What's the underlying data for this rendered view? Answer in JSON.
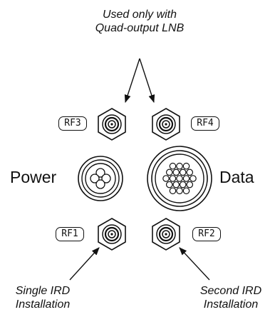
{
  "annotations": {
    "top_line1": "Used only with",
    "top_line2": "Quad-output LNB",
    "bottom_left_line1": "Single IRD",
    "bottom_left_line2": "Installation",
    "bottom_right_line1": "Second IRD",
    "bottom_right_line2": "Installation"
  },
  "ports": {
    "rf1": "RF1",
    "rf2": "RF2",
    "rf3": "RF3",
    "rf4": "RF4",
    "power": "Power",
    "data": "Data"
  }
}
